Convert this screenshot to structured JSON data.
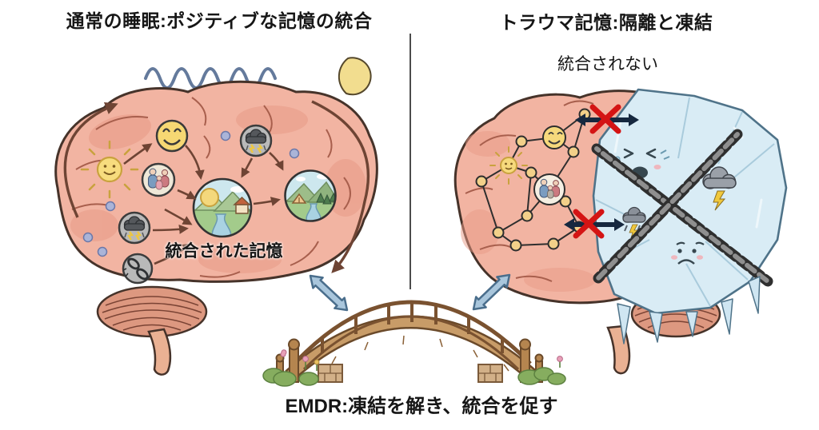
{
  "left": {
    "title": "通常の睡眠:ポジティブな記憶の統合",
    "memory_label": "統合された記憶"
  },
  "right": {
    "title": "トラウマ記憶:隔離と凍結",
    "blocked_label": "統合されない"
  },
  "footer": {
    "caption": "EMDR:凍結を解き、統合を促す"
  },
  "icons": [
    {
      "name": "sleep-wave-icon",
      "glyph": "〜"
    },
    {
      "name": "moon-icon",
      "glyph": "☾"
    },
    {
      "name": "sun-icon",
      "glyph": "☀"
    },
    {
      "name": "smiley-icon",
      "glyph": "☺"
    },
    {
      "name": "family-memory-icon",
      "glyph": "👪"
    },
    {
      "name": "storm-memory-icon",
      "glyph": "⛈"
    },
    {
      "name": "broken-chain-icon",
      "glyph": "🔗"
    },
    {
      "name": "integrated-memory-landscape-icon",
      "glyph": "🏞"
    },
    {
      "name": "new-memory-landscape-icon",
      "glyph": "🏕"
    },
    {
      "name": "network-node-icon",
      "glyph": "●"
    },
    {
      "name": "blocked-x-icon",
      "glyph": "✕"
    },
    {
      "name": "blocked-double-arrow-icon",
      "glyph": "⇄"
    },
    {
      "name": "ice-block-icon",
      "glyph": "🧊"
    },
    {
      "name": "chain-icon",
      "glyph": "⛓"
    },
    {
      "name": "crying-face-icon",
      "glyph": "😢"
    },
    {
      "name": "sad-face-icon",
      "glyph": "☹"
    },
    {
      "name": "bridge-icon",
      "glyph": "🌉"
    },
    {
      "name": "bridge-double-arrow-icon",
      "glyph": "⇅"
    }
  ],
  "colors": {
    "background": "#ffffff",
    "text": "#161616",
    "brain_fill": "#f2b4a2",
    "brain_outline": "#46332a",
    "cerebellum_fill": "#dd9880",
    "ice_fill": "#d9ecf5",
    "ice_outline": "#4f7389",
    "chain_dark": "#2f2f2f",
    "blocked_x": "#d41414",
    "blocked_arrow": "#16283f",
    "bridge_arrow_fill": "#a9c6dc",
    "bridge_arrow_outline": "#4a6e8c",
    "wood": "#c89c68",
    "wood_outline": "#6b4a2a",
    "node_fill": "#f2d089",
    "wave_blue": "#647a9c",
    "moon_yellow": "#f2dd8f",
    "arrow_brown": "#6e4434"
  }
}
